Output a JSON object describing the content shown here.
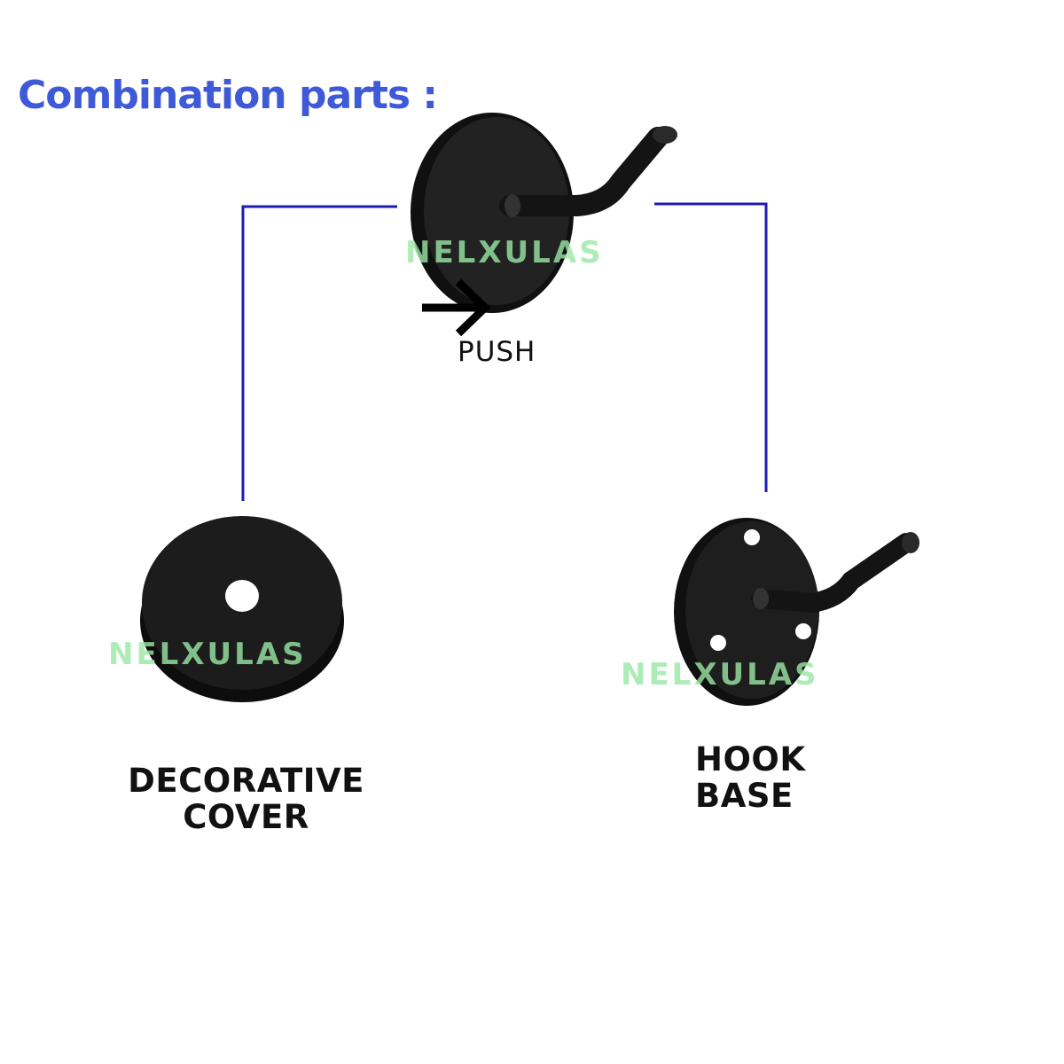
{
  "title": "Combination parts :",
  "watermark": "NELXULAS",
  "parts": {
    "push_label": "PUSH",
    "cover_label_line1": "DECORATIVE",
    "cover_label_line2": "COVER",
    "hook_label_line1": "HOOK",
    "hook_label_line2": "BASE"
  },
  "colors": {
    "title": "#3f5ad8",
    "connector": "#1c1cae",
    "part": "#141414",
    "watermark": "#9be8a6"
  }
}
